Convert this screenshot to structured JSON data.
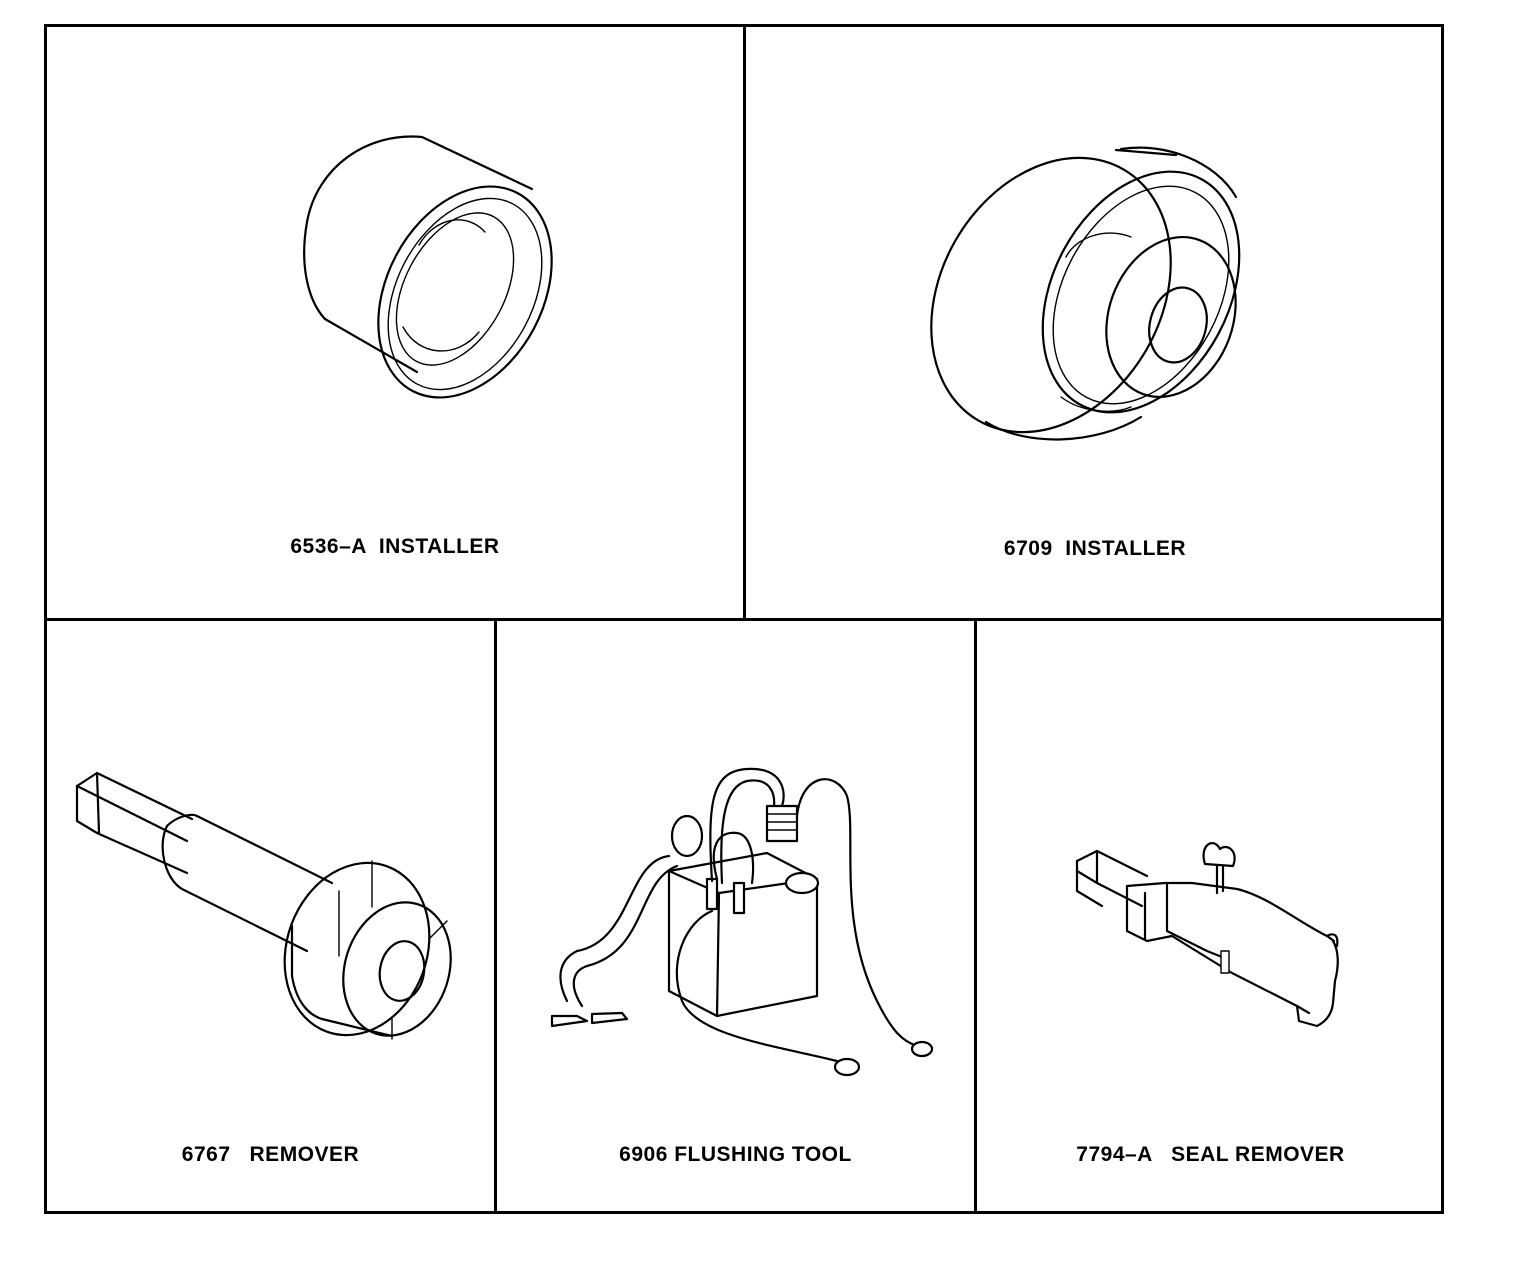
{
  "tools": [
    {
      "number": "6536–A",
      "name": "INSTALLER",
      "icon": "cylindrical-installer-icon"
    },
    {
      "number": "6709",
      "name": "INSTALLER",
      "icon": "stepped-installer-icon"
    },
    {
      "number": "6767",
      "name": "REMOVER",
      "icon": "shaft-remover-icon"
    },
    {
      "number": "6906",
      "name": "FLUSHING TOOL",
      "icon": "flushing-tool-icon"
    },
    {
      "number": "7794–A",
      "name": "SEAL REMOVER",
      "icon": "seal-remover-icon"
    }
  ],
  "captions": {
    "t0": "6536–A  INSTALLER",
    "t1": "6709  INSTALLER",
    "t2": "6767   REMOVER",
    "t3": "6906 FLUSHING TOOL",
    "t4": "7794–A   SEAL REMOVER"
  }
}
